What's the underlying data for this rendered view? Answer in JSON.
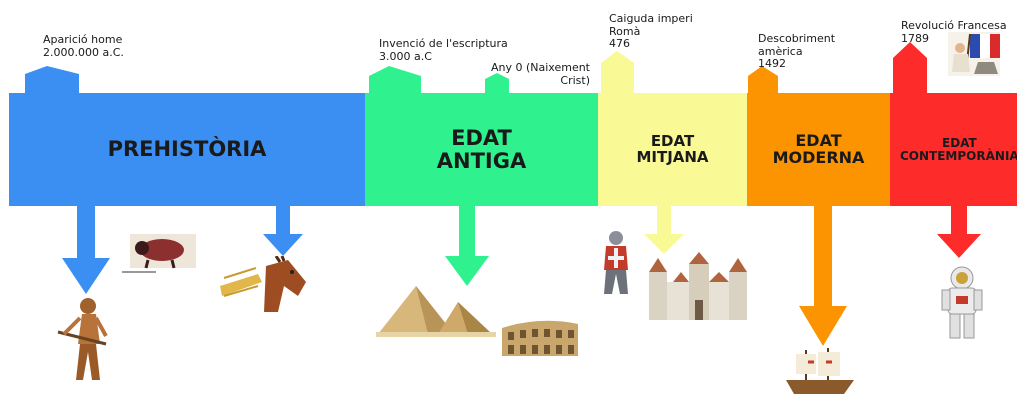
{
  "eras": [
    {
      "label": "PREHISTÒRIA",
      "color": "#3c8ff2"
    },
    {
      "label": "EDAT\nANTIGA",
      "color": "#2ff28f"
    },
    {
      "label": "EDAT\nMITJANA",
      "color": "#f9f996"
    },
    {
      "label": "EDAT\nMODERNA",
      "color": "#fb9400"
    },
    {
      "label": "EDAT\nCONTEMPORÀNIA",
      "color": "#fe2b2b"
    }
  ],
  "events": [
    {
      "label": "Aparició home\n2.000.000  a.C."
    },
    {
      "label": "Invenció de l'escriptura\n3.000 a.C"
    },
    {
      "label": "Any 0 (Naixement\nCrist)"
    },
    {
      "label": "Caiguda imperi\nRomà\n476"
    },
    {
      "label": "Descobriment\namèrica\n1492"
    },
    {
      "label": "Revolució  Francesa\n1789"
    }
  ],
  "icons": [
    "prehistoric-man-icon",
    "cave-painting-bison-icon",
    "horse-wheat-icon",
    "pyramids-icon",
    "colosseum-icon",
    "knight-icon",
    "castle-icon",
    "ship-icon",
    "astronaut-icon",
    "french-revolution-painting-icon"
  ]
}
